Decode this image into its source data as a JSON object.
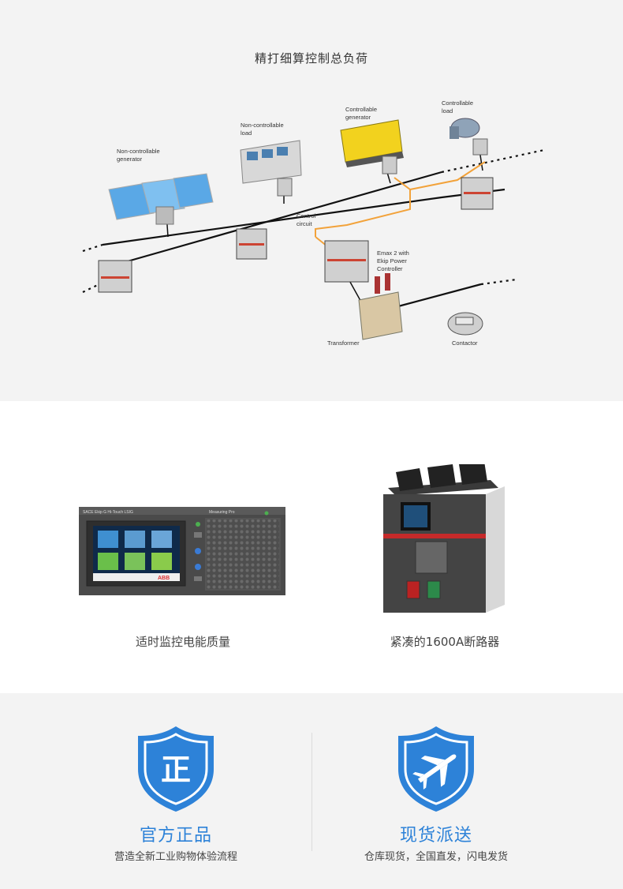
{
  "diagram": {
    "title": "精打细算控制总负荷",
    "labels": {
      "non_controllable_generator": [
        "Non-controllable",
        "generator"
      ],
      "non_controllable_load": [
        "Non-controllable",
        "load"
      ],
      "controllable_generator": [
        "Controllable",
        "generator"
      ],
      "controllable_load": [
        "Controllable",
        "load"
      ],
      "control_circuit": [
        "Control",
        "circuit"
      ],
      "emax": [
        "Emax 2 with",
        "Ekip Power",
        "Controller"
      ],
      "transformer": "Transformer",
      "contactor": "Contactor"
    }
  },
  "products": {
    "left_caption": "适时监控电能质量",
    "right_caption": "紧凑的1600A断路器",
    "panel_title": "SACE Ekip G Hi-Touch LSIG",
    "panel_sub": "Measuring Pro",
    "panel_brand": "ABB"
  },
  "guarantee": {
    "left": {
      "icon_char": "正",
      "title": "官方正品",
      "sub": "营造全新工业购物体验流程"
    },
    "right": {
      "title": "现货派送",
      "sub": "仓库现货，全国直发，闪电发货"
    }
  },
  "colors": {
    "accent_blue": "#2d82d8",
    "orange_wire": "#f2a23a"
  }
}
